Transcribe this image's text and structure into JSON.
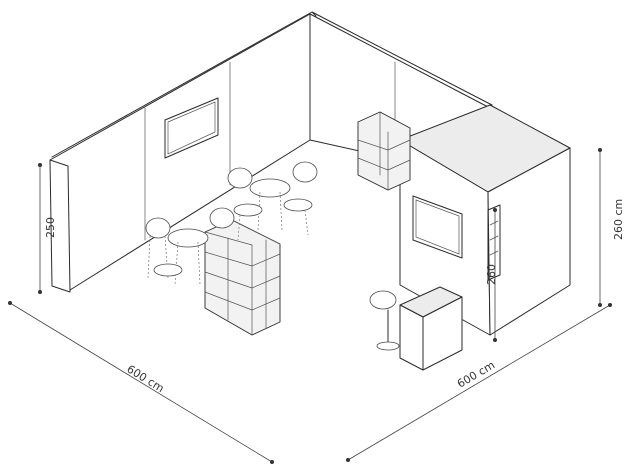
{
  "dimensions": {
    "width_left": "600 cm",
    "width_right": "600 cm",
    "wall_height": "250",
    "cabin_height": "260",
    "cabin_height_outer": "260 cm"
  }
}
